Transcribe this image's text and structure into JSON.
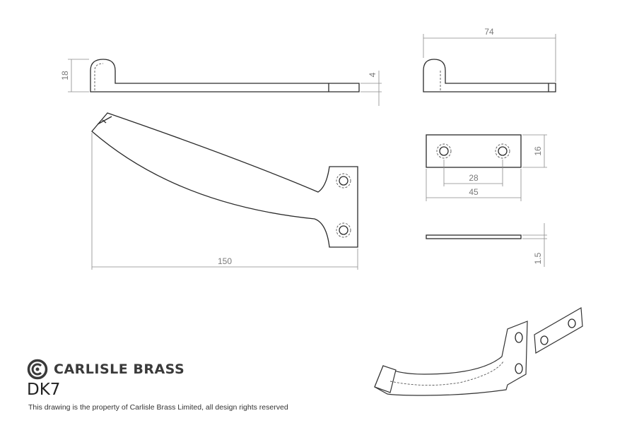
{
  "title_block": {
    "brand": "CARLISLE BRASS",
    "product_code": "DK7",
    "notice": "This drawing is the property of Carlisle Brass Limited, all design rights reserved"
  },
  "dimensions": {
    "side_height": "18",
    "thickness": "4",
    "overall_length": "150",
    "keep_length": "74",
    "plate_height": "16",
    "hole_centres": "28",
    "plate_width": "45",
    "plate_thickness": "1.5"
  },
  "colors": {
    "line": "#2a2a2a",
    "dimension": "#8a8a8a",
    "brand": "#3a3a3a"
  }
}
